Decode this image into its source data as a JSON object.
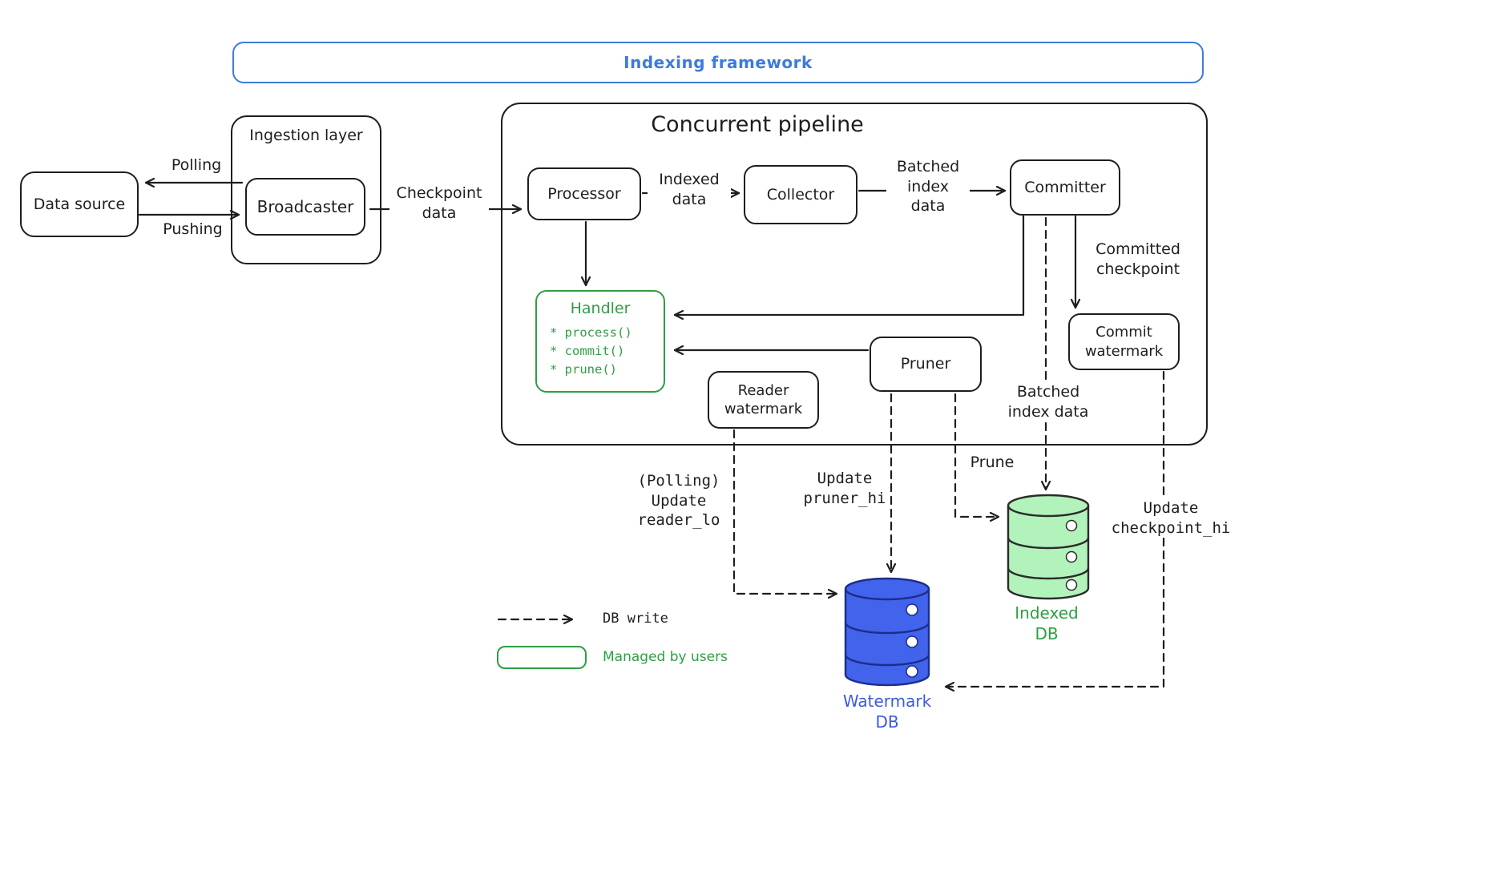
{
  "banner": {
    "label": "Indexing framework"
  },
  "data_source": {
    "label": "Data source"
  },
  "ingestion": {
    "title": "Ingestion layer",
    "broadcaster": "Broadcaster"
  },
  "pipeline": {
    "title": "Concurrent pipeline",
    "processor": "Processor",
    "collector": "Collector",
    "committer": "Committer",
    "pruner": "Pruner",
    "reader_watermark": "Reader\nwatermark",
    "commit_watermark": "Commit\nwatermark",
    "handler": {
      "title": "Handler",
      "methods": [
        "* process()",
        "* commit()",
        "* prune()"
      ]
    }
  },
  "edges": {
    "polling": "Polling",
    "pushing": "Pushing",
    "checkpoint_data": "Checkpoint\ndata",
    "indexed_data": "Indexed\ndata",
    "batched_index_data": "Batched\nindex\ndata",
    "committed_checkpoint": "Committed\ncheckpoint",
    "batched_index_data_to_db": "Batched\nindex data",
    "polling_update_reader_lo": "(Polling)\nUpdate\nreader_lo",
    "update_pruner_hi": "Update\npruner_hi",
    "prune": "Prune",
    "update_checkpoint_hi": "Update\ncheckpoint_hi"
  },
  "databases": {
    "watermark": "Watermark\nDB",
    "indexed": "Indexed\nDB"
  },
  "legend": {
    "db_write": "DB write",
    "managed_by_users": "Managed by users"
  },
  "colors": {
    "accent_blue": "#3d7bdc",
    "accent_green": "#2f9e44",
    "ink": "#1e1e1e",
    "watermark_db_fill": "#4263eb",
    "watermark_db_stroke": "#1c2e8b",
    "watermark_label_blue": "#3b5bdb",
    "indexed_db_fill": "#b2f2bb",
    "indexed_db_stroke": "#2b2b2b"
  }
}
